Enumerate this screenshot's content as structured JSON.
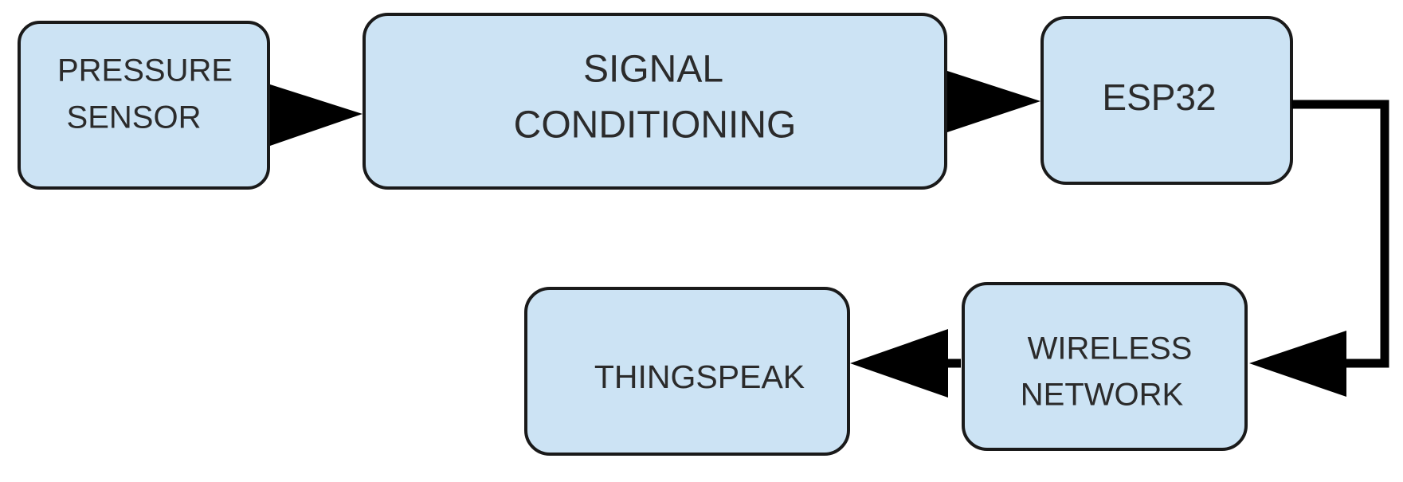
{
  "nodes": {
    "pressure_sensor": {
      "line1": "PRESSURE",
      "line2": "SENSOR"
    },
    "signal_conditioning": {
      "line1": "SIGNAL",
      "line2": "CONDITIONING"
    },
    "esp32": {
      "label": "ESP32"
    },
    "wireless_network": {
      "line1": "WIRELESS",
      "line2": "NETWORK"
    },
    "thingspeak": {
      "label": "THINGSPEAK"
    }
  },
  "colors": {
    "node_fill": "#cce3f4",
    "node_stroke": "#1a1a1a",
    "arrow": "#000000",
    "text": "#2b2b2b"
  }
}
